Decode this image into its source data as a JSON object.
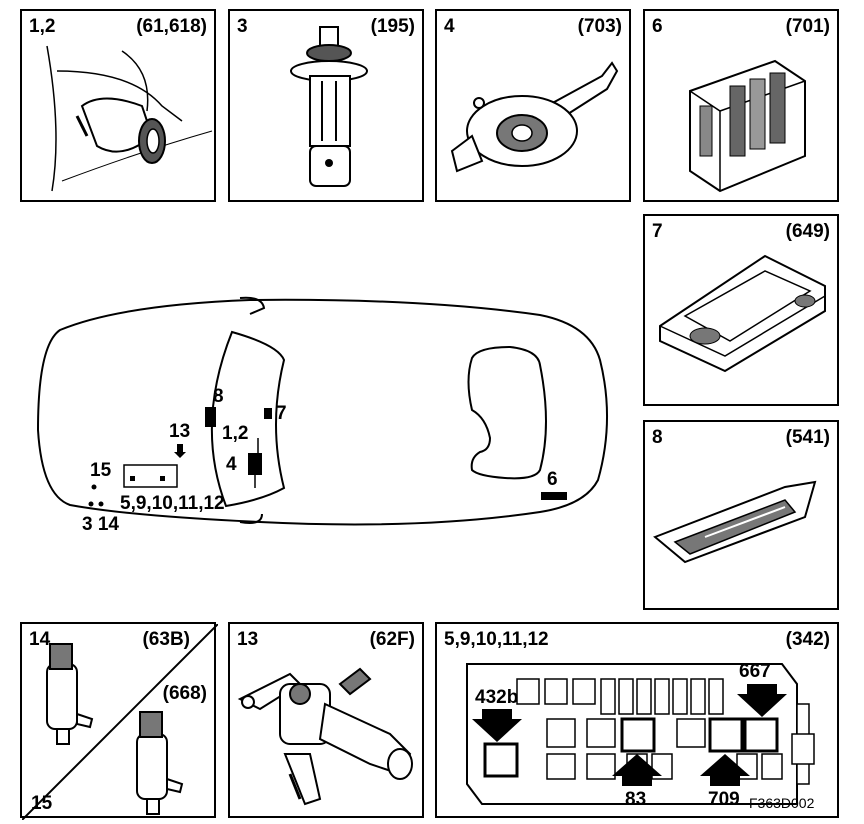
{
  "panels": {
    "p12": {
      "num": "1,2",
      "code": "(61,618)"
    },
    "p3": {
      "num": "3",
      "code": "(195)"
    },
    "p4": {
      "num": "4",
      "code": "(703)"
    },
    "p6": {
      "num": "6",
      "code": "(701)"
    },
    "p7": {
      "num": "7",
      "code": "(649)"
    },
    "p8": {
      "num": "8",
      "code": "(541)"
    },
    "p14": {
      "num": "14",
      "code": "(63B)",
      "num2": "15",
      "code2": "(668)"
    },
    "p13": {
      "num": "13",
      "code": "(62F)"
    },
    "pfuse": {
      "num": "5,9,10,11,12",
      "code": "(342)",
      "arrows": {
        "a432b": "432b",
        "a667": "667",
        "a83": "83",
        "a709": "709"
      }
    }
  },
  "car": {
    "labels": {
      "l8": "8",
      "l7": "7",
      "l13": "13",
      "l12": "1,2",
      "l4": "4",
      "l15": "15",
      "l6": "6",
      "lgroup": "5,9,10,11,12",
      "l314": "3 14"
    }
  },
  "figure_id": "F363D002"
}
